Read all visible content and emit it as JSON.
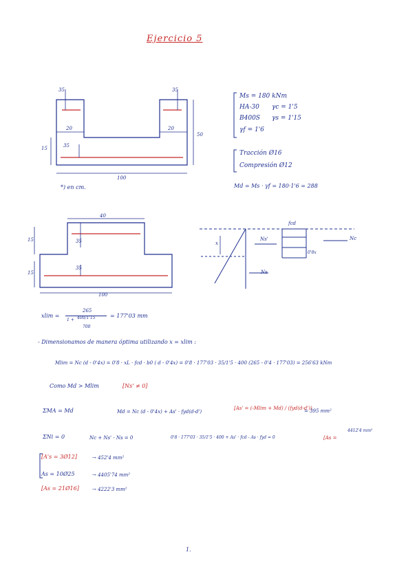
{
  "title": "Ejercicio 5",
  "section1": {
    "dim_top_left": "35",
    "dim_top_right": "35",
    "dim_20_left": "20",
    "dim_20_right": "20",
    "dim_35_mid": "35",
    "dim_15": "15",
    "dim_50": "50",
    "dim_100": "100",
    "units_note": "*) en cm."
  },
  "data_box": {
    "line1": "Ms = 180 kNm",
    "line2_a": "HA-30",
    "line2_b": "γc = 1'5",
    "line3_a": "B400S",
    "line3_b": "γs = 1'15",
    "line4": "γf = 1'6",
    "tension": "Tracción Ø16",
    "compression": "Compresión Ø12",
    "md_eq": "Md = Ms · γf = 180·1'6 = 288"
  },
  "section2": {
    "dim_40": "40",
    "dim_15_top": "15",
    "dim_15_bot": "15",
    "dim_35_a": "35",
    "dim_35_b": "35",
    "dim_100": "100",
    "label_fcd": "fcd",
    "label_x": "x",
    "label_ns_prime": "Ns'",
    "label_08x": "0'8x",
    "label_nc": "Nc",
    "label_ns": "Ns"
  },
  "calc": {
    "xlim_lhs": "xlim =",
    "xlim_num": "265",
    "xlim_den_a": "1 + ",
    "xlim_den_frac_num": "400/1'15",
    "xlim_den_frac_den": "700",
    "xlim_result": "= 177'03 mm",
    "design_line": "- Dimensionamos de manera óptima utilizando x = xlim :",
    "mlim_line": "Mlim = Nc (d - 0'4x) = 0'8 · xL · fcd · b0 ( d - 0'4x) = 0'8 · 177'03 · 35/1'5 · 400 (265 - 0'4 · 177'03) = 256'63 kNm",
    "como_line": "Como Md > Mlim",
    "como_result": "[Ns' ≠ 0]",
    "sum_moments_lhs": "ΣMA  = Md",
    "sum_moments_mid": "Md = Nc (d - 0'4x) + As' · fyd(d-d')",
    "sum_moments_box": "[As' = (-Mlim + Md) / (fyd(d-d'))",
    "sum_moments_result": "= 395 mm²",
    "sum_forces_lhs": "ΣNi = 0",
    "sum_forces_mid": "Nc + Ns' - Ns = 0",
    "sum_forces_expr": "0'8 · 177'03 · 35/1'5 · 400 + As' · fcd - As · fyd = 0",
    "sum_forces_box": "[As =",
    "sum_forces_result": "4412'4 mm²",
    "res1_box": "[A's = 3Ø12]",
    "res1_val": "→ 452'4 mm²",
    "res2": "As = 10Ø25",
    "res2_val": "→ 4405'74 mm²",
    "res3_box": "[As = 21Ø16]",
    "res3_val": "→ 4222'3 mm²"
  },
  "page_number": "1."
}
